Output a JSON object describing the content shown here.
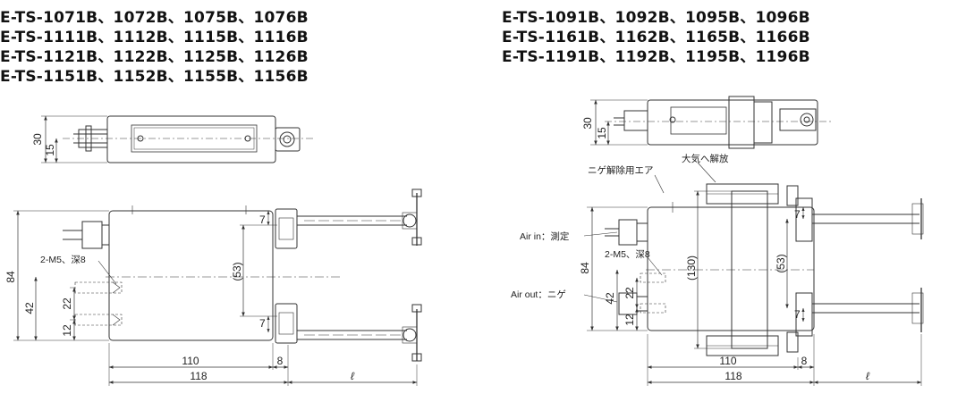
{
  "left_models": [
    "E-TS-1071B、1072B、1075B、1076B",
    "E-TS-1111B、1112B、1115B、1116B",
    "E-TS-1121B、1122B、1125B、1126B",
    "E-TS-1151B、1152B、1155B、1156B"
  ],
  "right_models": [
    "E-TS-1091B、1092B、1095B、1096B",
    "E-TS-1161B、1162B、1165B、1166B",
    "E-TS-1191B、1192B、1195B、1196B"
  ],
  "left_dims": {
    "top_height": "30",
    "top_half": "15",
    "overall_height": "84",
    "hole_spacing_left": "42",
    "hole_spacing_22": "22",
    "hole_bottom_12": "12",
    "hole_callout": "2-M5、深8",
    "inner_53": "(53)",
    "gap_7_top": "7",
    "gap_7_bottom": "7",
    "width_110": "110",
    "width_118": "118",
    "extra_8": "8",
    "stroke_l": "ℓ"
  },
  "right_dims": {
    "top_height": "30",
    "top_half": "15",
    "overall_height": "84",
    "hole_spacing_left": "42",
    "hole_spacing_22": "22",
    "hole_bottom_12": "12",
    "hole_callout": "2-M5、深8",
    "inner_130": "(130)",
    "inner_53": "(53)",
    "gap_7_top": "7",
    "gap_7_bottom": "7",
    "width_110": "110",
    "width_118": "118",
    "extra_8": "8",
    "stroke_l": "ℓ"
  },
  "right_labels": {
    "air_release": "大気へ解放",
    "purge_air": "ニゲ解除用エア",
    "air_in": "Air in：測定",
    "air_out": "Air out：ニゲ"
  }
}
